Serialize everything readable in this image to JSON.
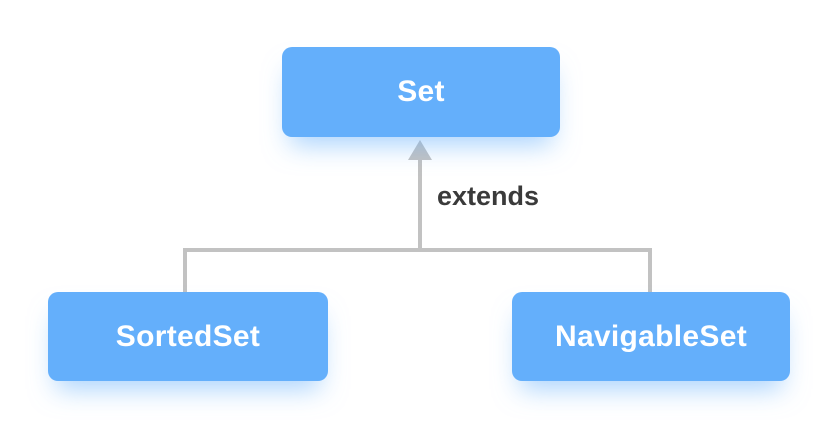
{
  "diagram": {
    "type": "class-hierarchy",
    "nodes": [
      {
        "id": "set",
        "label": "Set"
      },
      {
        "id": "sortedset",
        "label": "SortedSet"
      },
      {
        "id": "navigableset",
        "label": "NavigableSet"
      }
    ],
    "edges": [
      {
        "from": "sortedset",
        "to": "set",
        "label": "extends"
      },
      {
        "from": "navigableset",
        "to": "set",
        "label": "extends"
      }
    ],
    "edge_label": "extends"
  },
  "colors": {
    "node_fill": "#64AFFB",
    "node_text": "#FFFFFF",
    "line": "#C2C2C2",
    "label": "#3A3A3A",
    "background": "#FFFFFF"
  }
}
